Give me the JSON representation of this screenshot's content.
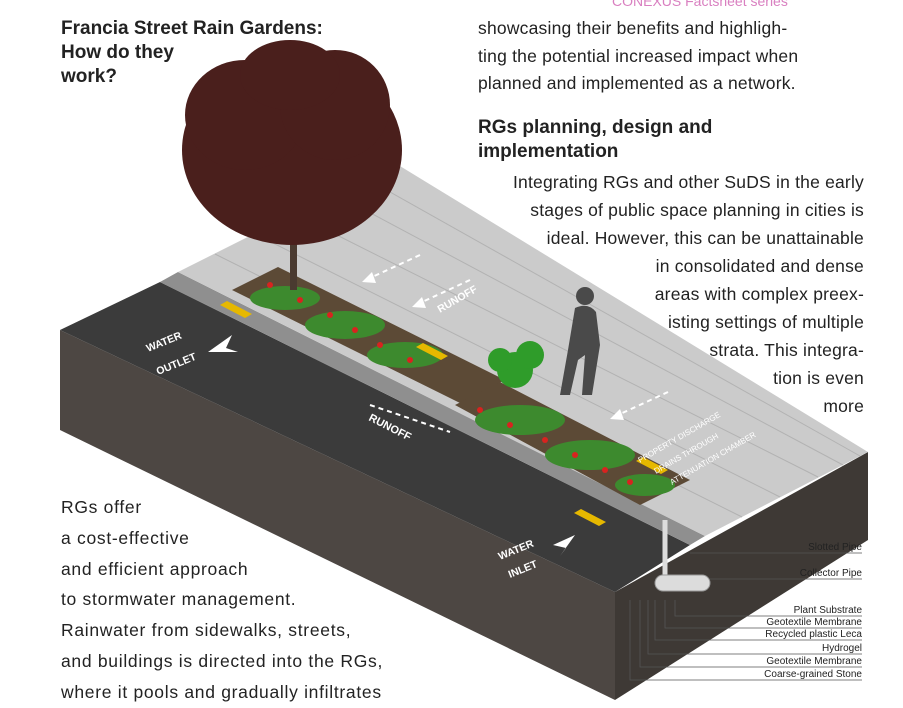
{
  "header": {
    "series": "CONEXUS Factsheet series"
  },
  "title": {
    "lines": [
      "Francia Street Rain Gardens:",
      "How do they",
      "work?"
    ]
  },
  "right_column": {
    "intro_lines": [
      "showcasing their benefits and highligh-",
      "ting the potential increased impact when",
      "planned and implemented as a network."
    ],
    "heading_lines": [
      "RGs planning, design and",
      "implementation"
    ],
    "body_lines": [
      "Integrating RGs and other SuDS in the early",
      "stages of public space planning in cities is",
      "ideal. However, this can be unattainable",
      "in consolidated and dense",
      "areas with complex preex-",
      "isting settings of multiple",
      "strata. This integra-",
      "tion is even",
      "more"
    ]
  },
  "left_column": {
    "body_lines": [
      "RGs offer",
      "a cost-effective",
      "and efficient approach",
      "to stormwater management.",
      "Rainwater from sidewalks, streets,",
      "and buildings is directed into the RGs,",
      "where it pools and gradually infiltrates"
    ]
  },
  "diagram": {
    "labels": {
      "runoff_sidewalk": "RUNOFF",
      "runoff_street": "RUNOFF",
      "water_outlet_1": "WATER",
      "water_outlet_2": "OUTLET",
      "water_inlet_1": "WATER",
      "water_inlet_2": "INLET",
      "property_1": "PROPERTY DISCHARGE",
      "property_2": "DRAINS THROUGH",
      "property_3": "ATTENUATION CHAMBER"
    },
    "legend": [
      "Slotted Pipe",
      "Collector Pipe",
      "Plant Substrate",
      "Geotextile Membrane",
      "Recycled plastic Leca",
      "Hydrogel",
      "Geotextile Membrane",
      "Coarse-grained Stone"
    ],
    "colors": {
      "asphalt": "#3a3a3a",
      "soil": "#4a4440",
      "pavement": "#c9c9c9",
      "plants": "#3d8a2e",
      "flowers": "#d8231f",
      "tree": "#4a1f1c",
      "accent": "#e6b800"
    }
  }
}
